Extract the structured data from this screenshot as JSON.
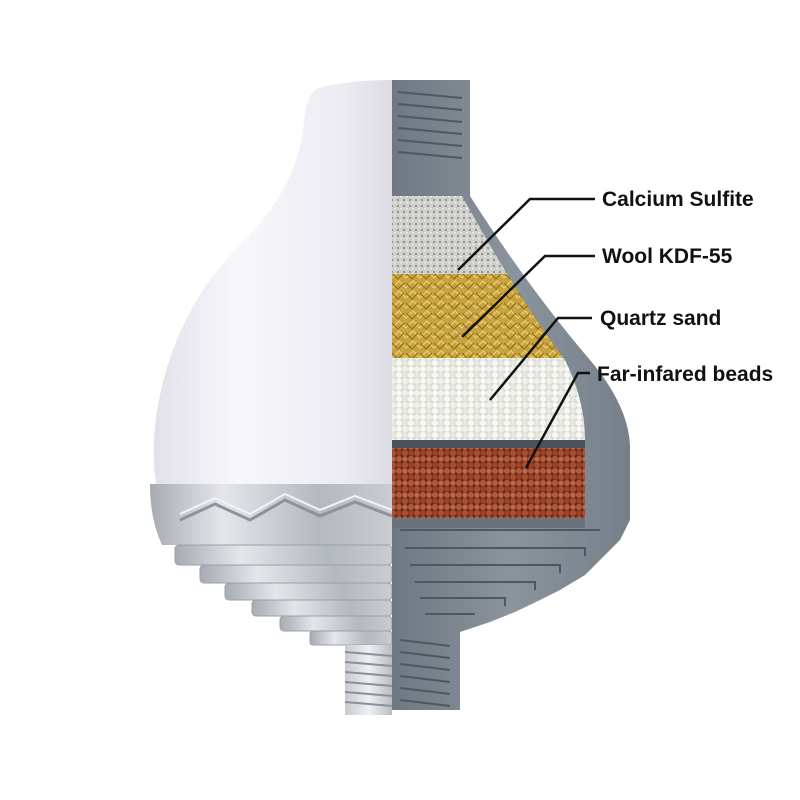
{
  "diagram": {
    "layers": [
      {
        "key": "calcium",
        "label": "Calcium Sulfite",
        "color": "#c9c9c6"
      },
      {
        "key": "wool",
        "label": "Wool KDF-55",
        "color": "#c8a23a"
      },
      {
        "key": "quartz",
        "label": "Quartz sand",
        "color": "#eeeee9"
      },
      {
        "key": "beads",
        "label": "Far-infared beads",
        "color": "#a24e33"
      }
    ],
    "colors": {
      "housing_white": "#f1f0f6",
      "housing_silver": "#b8bcc3",
      "cutaway_grey": "#7f8891",
      "callout_line": "#111111"
    }
  }
}
